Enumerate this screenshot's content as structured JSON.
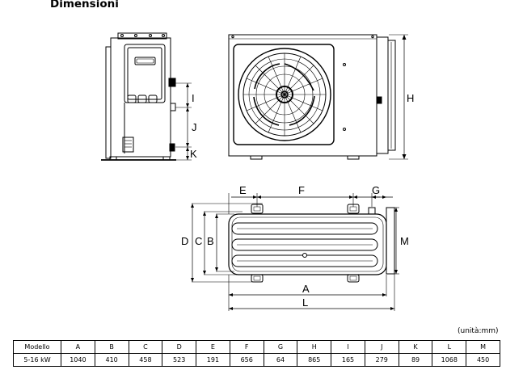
{
  "title": "Dimensioni",
  "dimension_labels": {
    "A": "A",
    "B": "B",
    "C": "C",
    "D": "D",
    "E": "E",
    "F": "F",
    "G": "G",
    "H": "H",
    "I": "I",
    "J": "J",
    "K": "K",
    "L": "L",
    "M": "M"
  },
  "unit_note": "(unità:mm)",
  "table": {
    "headers": [
      "Modello",
      "A",
      "B",
      "C",
      "D",
      "E",
      "F",
      "G",
      "H",
      "I",
      "J",
      "K",
      "L",
      "M"
    ],
    "rows": [
      [
        "5-16 kW",
        "1040",
        "410",
        "458",
        "523",
        "191",
        "656",
        "64",
        "865",
        "165",
        "279",
        "89",
        "1068",
        "450"
      ]
    ]
  }
}
